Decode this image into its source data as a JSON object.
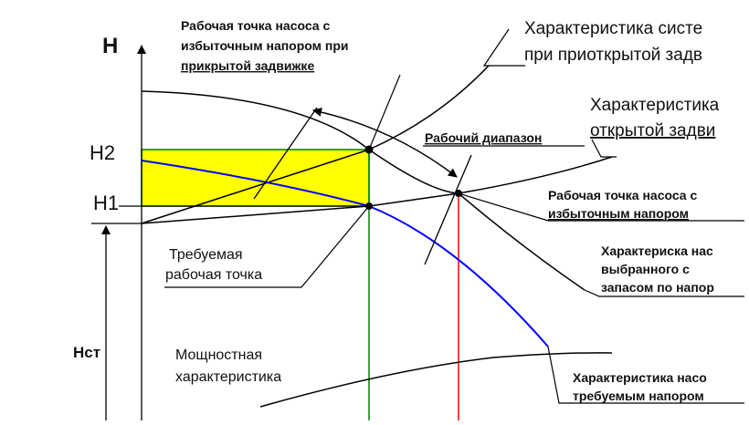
{
  "axes": {
    "y_axis_label": "H",
    "h2_label": "H2",
    "h1_label": "H1",
    "hst_label": "Нст"
  },
  "labels": {
    "system_closed": {
      "line1": "Характеристика систе",
      "line2": "при приоткрытой задв"
    },
    "system_open": {
      "line1": "Характеристика",
      "line2": "открытой задви"
    },
    "operating_range": "Рабочий диапазон",
    "pump_point_closed": {
      "line1": "Рабочая точка насоса с",
      "line2": "избыточным напором при",
      "line3": "прикрытой задвижке"
    },
    "pump_point_excess": {
      "line1": "Рабочая точка насоса с",
      "line2": "избыточным напором"
    },
    "required_point": {
      "line1": "Требуемая",
      "line2": "рабочая точка"
    },
    "selected_pump": {
      "line1": "Характериска нас",
      "line2": "выбранного с",
      "line3": "запасом по напор"
    },
    "power": {
      "line1": "Мощностная",
      "line2": "характеристика"
    },
    "required_pump": {
      "line1": "Характеристика насо",
      "line2": "требуемым напором"
    }
  },
  "colors": {
    "band_fill": "#ffff00",
    "green_line": "#008000",
    "red_line": "#ff0000",
    "blue_curve": "#0000ff",
    "black": "#000000"
  }
}
